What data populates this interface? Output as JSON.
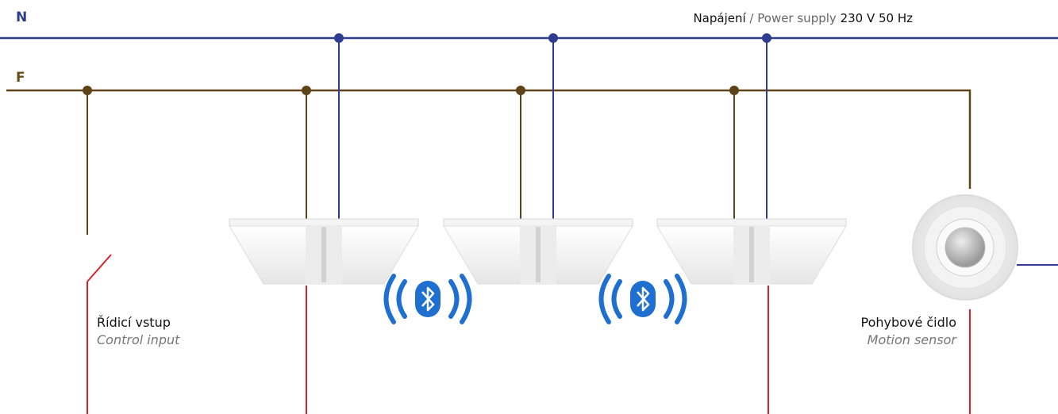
{
  "bus": {
    "neutral_label": "N",
    "phase_label": "F"
  },
  "supply": {
    "cz": "Napájení",
    "sep": " / ",
    "en": "Power supply",
    "rating": "230 V 50 Hz"
  },
  "control_input": {
    "cz": "Řídicí vstup",
    "en": "Control input"
  },
  "motion_sensor": {
    "cz": "Pohybové čidlo",
    "en": "Motion sensor"
  },
  "devices": {
    "luminaires": 3,
    "bluetooth_links": 2
  },
  "colors": {
    "neutral": "#2e3d8f",
    "phase": "#5e4318",
    "control": "#d8232a",
    "bluetooth": "#1f6fd1"
  }
}
